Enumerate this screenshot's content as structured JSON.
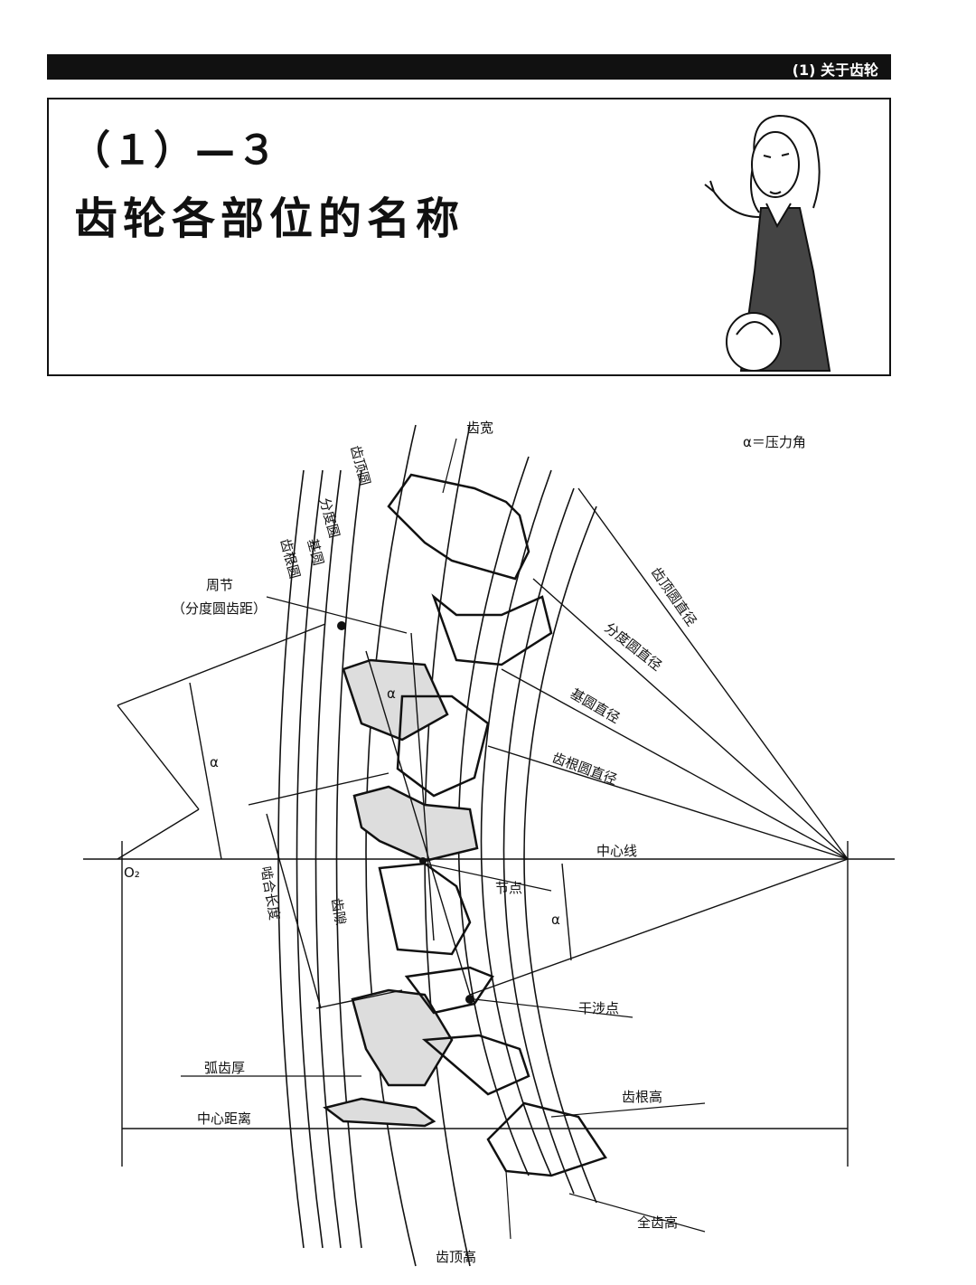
{
  "header": {
    "section": "(1) 关于齿轮"
  },
  "title": {
    "number": "（１）—３",
    "main": "齿轮各部位的名称"
  },
  "diagram": {
    "legend": "α＝压力角",
    "labels": {
      "face_width": "齿宽",
      "addendum_circle": "齿顶圆",
      "pitch_circle": "分度圆",
      "base_circle": "基圆",
      "root_circle": "齿根圆",
      "circular_pitch": "周节",
      "circular_pitch_sub": "（分度圆齿距）",
      "tip_diameter": "齿顶圆直径",
      "pitch_diameter": "分度圆直径",
      "base_diameter": "基圆直径",
      "root_diameter": "齿根圆直径",
      "center_line": "中心线",
      "pitch_point": "节点",
      "line_of_action": "啮合长度",
      "backlash": "齿隙",
      "interference_point": "干涉点",
      "tooth_thickness": "弧齿厚",
      "center_distance": "中心距离",
      "dedendum": "齿根高",
      "addendum": "齿顶高",
      "whole_depth": "全齿高",
      "alpha": "α",
      "o2": "O₂"
    }
  }
}
